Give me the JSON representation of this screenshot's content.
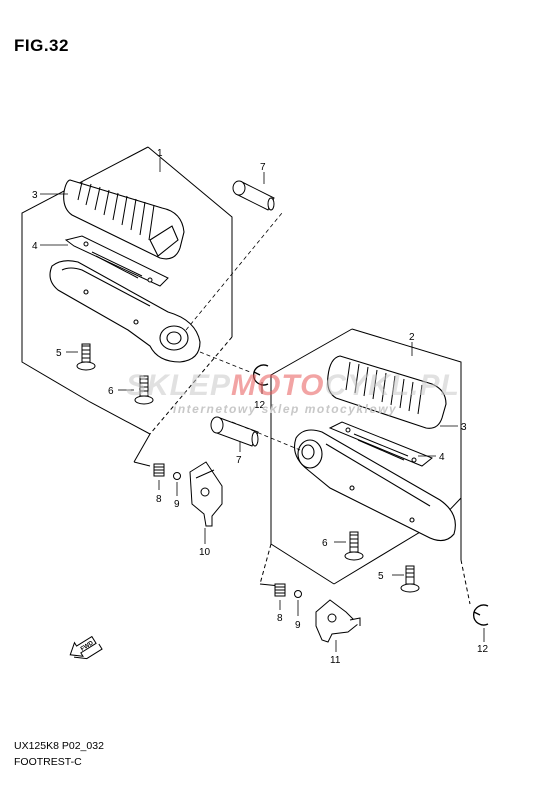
{
  "figure": {
    "title": "FIG.32"
  },
  "footer": {
    "code": "UX125K8 P02_032",
    "name": "FOOTREST-C"
  },
  "watermark": {
    "brand_part1": "SKLEP",
    "brand_part2": "MOTO",
    "brand_part3": "CYKL.PL",
    "tagline": "internetowy sklep motocyklowy",
    "color_gray": "#c9c9c9",
    "color_red": "#e85a5a"
  },
  "direction_arrow": {
    "label": "FWD",
    "icon": "fwd-arrow-icon"
  },
  "callouts": [
    {
      "id": "left-assembly",
      "label": "1"
    },
    {
      "id": "left-rubber",
      "label": "3"
    },
    {
      "id": "left-plate",
      "label": "4"
    },
    {
      "id": "left-bolt-5",
      "label": "5"
    },
    {
      "id": "left-bolt-6",
      "label": "6"
    },
    {
      "id": "left-pin-upper",
      "label": "7"
    },
    {
      "id": "left-clip",
      "label": "12"
    },
    {
      "id": "right-pin",
      "label": "7"
    },
    {
      "id": "left-spring",
      "label": "8"
    },
    {
      "id": "left-ball",
      "label": "9"
    },
    {
      "id": "left-bracket",
      "label": "10"
    },
    {
      "id": "right-assembly",
      "label": "2"
    },
    {
      "id": "right-rubber",
      "label": "3"
    },
    {
      "id": "right-plate",
      "label": "4"
    },
    {
      "id": "right-bolt-6",
      "label": "6"
    },
    {
      "id": "right-bolt-5",
      "label": "5"
    },
    {
      "id": "right-spring",
      "label": "8"
    },
    {
      "id": "right-ball",
      "label": "9"
    },
    {
      "id": "right-bracket",
      "label": "11"
    },
    {
      "id": "right-clip",
      "label": "12"
    }
  ]
}
